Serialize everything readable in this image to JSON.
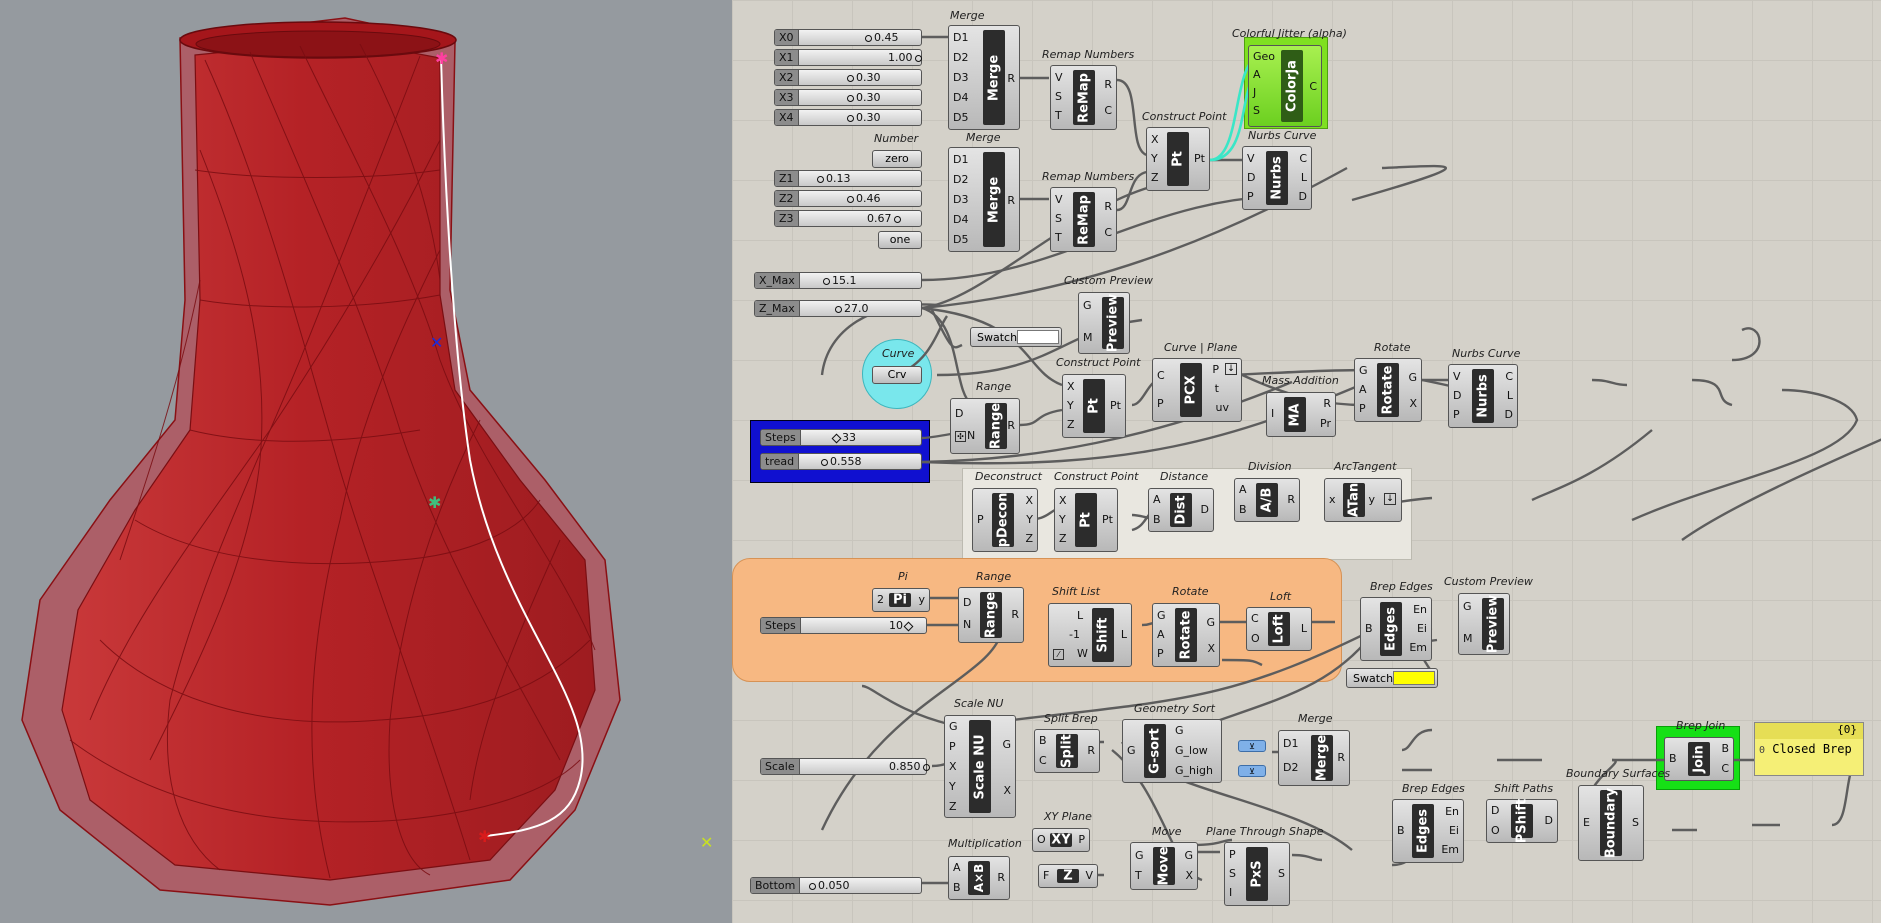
{
  "viewport": {
    "label": "Rhino 3D viewport",
    "object_color": "#b7282b"
  },
  "canvas": {
    "merge1": {
      "title": "Merge",
      "core": "Merge",
      "inputs": [
        "D1",
        "D2",
        "D3",
        "D4",
        "D5"
      ],
      "output": "R"
    },
    "merge2": {
      "title": "Merge",
      "core": "Merge",
      "inputs": [
        "D1",
        "D2",
        "D3",
        "D4",
        "D5"
      ],
      "output": "R"
    },
    "merge3": {
      "title": "Merge",
      "core": "Merge",
      "inputs": [
        "D1",
        "D2"
      ],
      "output": "R"
    },
    "remap1": {
      "title": "Remap Numbers",
      "core": "ReMap",
      "inputs": [
        "V",
        "S",
        "T"
      ],
      "outputs": [
        "R",
        "C"
      ]
    },
    "remap2": {
      "title": "Remap Numbers",
      "core": "ReMap",
      "inputs": [
        "V",
        "S",
        "T"
      ],
      "outputs": [
        "R",
        "C"
      ]
    },
    "jitter": {
      "title": "Colorful Jitter (alpha)",
      "core": "ColorJa",
      "inputs": [
        "Geo",
        "A",
        "J",
        "S"
      ],
      "output": "C"
    },
    "cpt1": {
      "title": "Construct Point",
      "core": "Pt",
      "inputs": [
        "X",
        "Y",
        "Z"
      ],
      "output": "Pt"
    },
    "cpt2": {
      "title": "Construct Point",
      "core": "Pt",
      "inputs": [
        "X",
        "Y",
        "Z"
      ],
      "output": "Pt"
    },
    "cpt3": {
      "title": "Construct Point",
      "core": "Pt",
      "inputs": [
        "X",
        "Y",
        "Z"
      ],
      "output": "Pt"
    },
    "nurbs1": {
      "title": "Nurbs Curve",
      "core": "Nurbs",
      "inputs": [
        "V",
        "D",
        "P"
      ],
      "outputs": [
        "C",
        "L",
        "D"
      ]
    },
    "nurbs2": {
      "title": "Nurbs Curve",
      "core": "Nurbs",
      "inputs": [
        "V",
        "D",
        "P"
      ],
      "outputs": [
        "C",
        "L",
        "D"
      ]
    },
    "number": {
      "title": "Number",
      "value": "zero"
    },
    "one": {
      "value": "one"
    },
    "preview1": {
      "title": "Custom Preview",
      "core": "Preview",
      "inputs": [
        "G",
        "M"
      ]
    },
    "preview2": {
      "title": "Custom Preview",
      "core": "Preview",
      "inputs": [
        "G",
        "M"
      ]
    },
    "swatch1": {
      "label": "Swatch",
      "color": "#ffffff"
    },
    "swatch2": {
      "label": "Swatch",
      "color": "#ffff00"
    },
    "curve": {
      "title": "Curve",
      "core": "Crv"
    },
    "range1": {
      "title": "Range",
      "core": "Range",
      "inputs": [
        "D",
        "N"
      ],
      "output": "R"
    },
    "range2": {
      "title": "Range",
      "core": "Range",
      "inputs": [
        "D",
        "N"
      ],
      "output": "R"
    },
    "pcx": {
      "title": "Curve | Plane",
      "core": "PCX",
      "inputs": [
        "C",
        "P"
      ],
      "outputs": [
        "P",
        "t",
        "uv"
      ]
    },
    "rotate1": {
      "title": "Rotate",
      "core": "Rotate",
      "inputs": [
        "G",
        "A",
        "P"
      ],
      "outputs": [
        "G",
        "X"
      ]
    },
    "rotate2": {
      "title": "Rotate",
      "core": "Rotate",
      "inputs": [
        "G",
        "A",
        "P"
      ],
      "outputs": [
        "G",
        "X"
      ]
    },
    "mass": {
      "title": "Mass Addition",
      "core": "MA",
      "inputs": [
        "I"
      ],
      "outputs": [
        "R",
        "Pr"
      ]
    },
    "pdecon": {
      "title": "Deconstruct",
      "core": "pDecon",
      "inputs": [
        "P"
      ],
      "outputs": [
        "X",
        "Y",
        "Z"
      ]
    },
    "dist": {
      "title": "Distance",
      "core": "Dist",
      "inputs": [
        "A",
        "B"
      ],
      "output": "D"
    },
    "div": {
      "title": "Division",
      "core": "A/B",
      "inputs": [
        "A",
        "B"
      ],
      "output": "R"
    },
    "atan": {
      "title": "ArcTangent",
      "core": "ATan",
      "inputs": [
        "x",
        "y"
      ]
    },
    "pi": {
      "title": "Pi",
      "core": "Pi",
      "input": "2",
      "output": "y"
    },
    "shift": {
      "title": "Shift List",
      "core": "Shift",
      "inputs": [
        "L",
        "-1",
        "W"
      ],
      "output": "L"
    },
    "loft": {
      "title": "Loft",
      "core": "Loft",
      "inputs": [
        "C",
        "O"
      ],
      "output": "L"
    },
    "edges1": {
      "title": "Brep Edges",
      "core": "Edges",
      "input": "B",
      "outputs": [
        "En",
        "Ei",
        "Em"
      ]
    },
    "edges2": {
      "title": "Brep Edges",
      "core": "Edges",
      "input": "B",
      "outputs": [
        "En",
        "Ei",
        "Em"
      ]
    },
    "scalenu": {
      "title": "Scale NU",
      "core": "Scale NU",
      "inputs": [
        "G",
        "P",
        "X",
        "Y",
        "Z"
      ],
      "outputs": [
        "G",
        "X"
      ]
    },
    "split": {
      "title": "Split Brep",
      "core": "Split",
      "inputs": [
        "B",
        "C"
      ],
      "output": "R"
    },
    "gsort": {
      "title": "Geometry Sort",
      "core": "G-sort",
      "input": "G",
      "outputs": [
        "G",
        "G_low",
        "G_high"
      ]
    },
    "join": {
      "title": "Brep Join",
      "core": "Join",
      "input": "B",
      "outputs": [
        "B",
        "C"
      ]
    },
    "panel": {
      "path": "{0}",
      "index": "0",
      "text": "Closed Brep"
    },
    "shiftp": {
      "title": "Shift Paths",
      "core": "PShift",
      "inputs": [
        "D",
        "O"
      ],
      "output": "D"
    },
    "boundary": {
      "title": "Boundary Surfaces",
      "core": "Boundary",
      "input": "E",
      "output": "S"
    },
    "xy": {
      "title": "XY Plane",
      "core": "XY",
      "input": "O",
      "output": "P"
    },
    "unitz": {
      "core": "Z",
      "input": "F",
      "output": "V"
    },
    "move": {
      "title": "Move",
      "core": "Move",
      "inputs": [
        "G",
        "T"
      ],
      "outputs": [
        "G",
        "X"
      ]
    },
    "pxs": {
      "title": "Plane Through Shape",
      "core": "PxS",
      "inputs": [
        "P",
        "S",
        "I"
      ],
      "output": "S"
    },
    "mult": {
      "title": "Multiplication",
      "core": "A×B",
      "inputs": [
        "A",
        "B"
      ],
      "output": "R"
    },
    "sliders": [
      {
        "name": "X0",
        "value": "0.45"
      },
      {
        "name": "X1",
        "value": "1.00"
      },
      {
        "name": "X2",
        "value": "0.30"
      },
      {
        "name": "X3",
        "value": "0.30"
      },
      {
        "name": "X4",
        "value": "0.30"
      },
      {
        "name": "Z1",
        "value": "0.13"
      },
      {
        "name": "Z2",
        "value": "0.46"
      },
      {
        "name": "Z3",
        "value": "0.67"
      },
      {
        "name": "X_Max",
        "value": "15.1"
      },
      {
        "name": "Z_Max",
        "value": "27.0"
      },
      {
        "name": "Steps",
        "value": "33"
      },
      {
        "name": "tread",
        "value": "0.558"
      },
      {
        "name": "Steps",
        "value": "10"
      },
      {
        "name": "Scale",
        "value": "0.850"
      },
      {
        "name": "Bottom",
        "value": "0.050"
      }
    ]
  }
}
